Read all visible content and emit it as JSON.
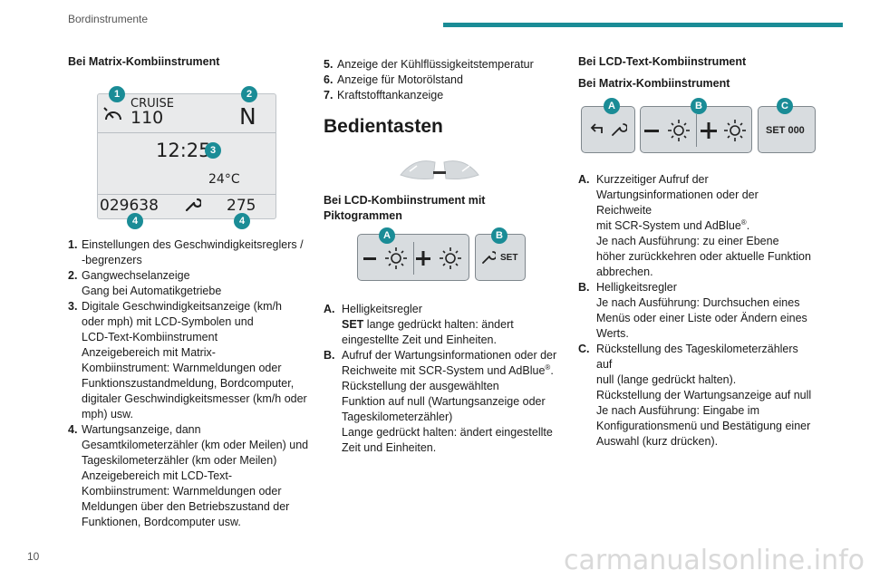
{
  "header": {
    "section_title": "Bordinstrumente",
    "page_number": "10"
  },
  "matrix_section": {
    "heading": "Bei Matrix-Kombiinstrument",
    "display": {
      "cruise_label": "CRUISE",
      "speed": "110",
      "gear": "N",
      "time": "12:25",
      "temperature": "24°C",
      "odometer": "029638",
      "trip": "275",
      "callouts": [
        "1",
        "2",
        "3",
        "4",
        "4"
      ]
    },
    "items": [
      {
        "num": "1.",
        "lines": [
          "Einstellungen des Geschwindigkeitsreglers /",
          "-begrenzers"
        ]
      },
      {
        "num": "2.",
        "lines": [
          "Gangwechselanzeige",
          "Gang bei Automatikgetriebe"
        ]
      },
      {
        "num": "3.",
        "lines": [
          "Digitale Geschwindigkeitsanzeige (km/h",
          "oder mph) mit LCD-Symbolen und",
          "LCD-Text-Kombiinstrument",
          "Anzeigebereich mit Matrix-",
          "Kombiinstrument: Warnmeldungen oder",
          "Funktionszustandmeldung, Bordcomputer,",
          "digitaler Geschwindigkeitsmesser (km/h oder",
          "mph) usw."
        ]
      },
      {
        "num": "4.",
        "lines": [
          "Wartungsanzeige, dann",
          "Gesamtkilometerzähler (km oder Meilen) und",
          "Tageskilometerzähler (km oder Meilen)",
          "Anzeigebereich mit LCD-Text-",
          "Kombiinstrument: Warnmeldungen oder",
          "Meldungen über den Betriebszustand der",
          "Funktionen, Bordcomputer usw."
        ]
      }
    ]
  },
  "middle": {
    "items": [
      {
        "num": "5.",
        "text": "Anzeige der Kühlflüssigkeitstemperatur"
      },
      {
        "num": "6.",
        "text": "Anzeige für Motorölstand"
      },
      {
        "num": "7.",
        "text": "Kraftstofftankanzeige"
      }
    ],
    "title": "Bedientasten",
    "lcd_picto_heading_1": "Bei LCD-Kombiinstrument mit",
    "lcd_picto_heading_2": "Piktogrammen",
    "buttons": [
      {
        "badge": "A"
      },
      {
        "badge": "B",
        "label": "SET"
      }
    ],
    "descriptions": {
      "A_letter": "A.",
      "A_line1": "Helligkeitsregler",
      "A_set": "SET",
      "A_line2_rest": " lange gedrückt halten: ändert",
      "A_line3": "eingestellte Zeit und Einheiten.",
      "B_letter": "B.",
      "B_line1": "Aufruf der Wartungsinformationen oder der",
      "B_line2_pre": "Reichweite mit SCR-System und AdBlue",
      "B_reg": "®",
      "B_line2_post": ".",
      "B_line3": "Rückstellung der ausgewählten",
      "B_line4": "Funktion auf null (Wartungsanzeige oder",
      "B_line5": "Tageskilometerzähler)",
      "B_line6": "Lange gedrückt halten: ändert eingestellte",
      "B_line7": "Zeit und Einheiten."
    }
  },
  "right": {
    "heading1": "Bei LCD-Text-Kombiinstrument",
    "heading2": "Bei Matrix-Kombiinstrument",
    "buttons": [
      {
        "badge": "A"
      },
      {
        "badge": "B"
      },
      {
        "badge": "C",
        "label": "SET 000"
      }
    ],
    "descriptions": {
      "A_letter": "A.",
      "A_l1": "Kurzzeitiger Aufruf der",
      "A_l2": "Wartungsinformationen oder der Reichweite",
      "A_l3_pre": "mit SCR-System und AdBlue",
      "A_reg": "®",
      "A_l3_post": ".",
      "A_l4": "Je nach Ausführung: zu einer Ebene",
      "A_l5": "höher zurückkehren oder aktuelle Funktion",
      "A_l6": "abbrechen.",
      "B_letter": "B.",
      "B_l1": "Helligkeitsregler",
      "B_l2": "Je nach Ausführung: Durchsuchen eines",
      "B_l3": "Menüs oder einer Liste oder Ändern eines",
      "B_l4": "Werts.",
      "C_letter": "C.",
      "C_l1": "Rückstellung des Tageskilometerzählers auf",
      "C_l2": "null (lange gedrückt halten).",
      "C_l3": "Rückstellung der Wartungsanzeige auf null",
      "C_l4": "Je nach Ausführung: Eingabe im",
      "C_l5": "Konfigurationsmenü und Bestätigung einer",
      "C_l6": "Auswahl (kurz drücken)."
    }
  },
  "watermark": "carmanualsonline.info",
  "colors": {
    "accent": "#1a8c96"
  }
}
